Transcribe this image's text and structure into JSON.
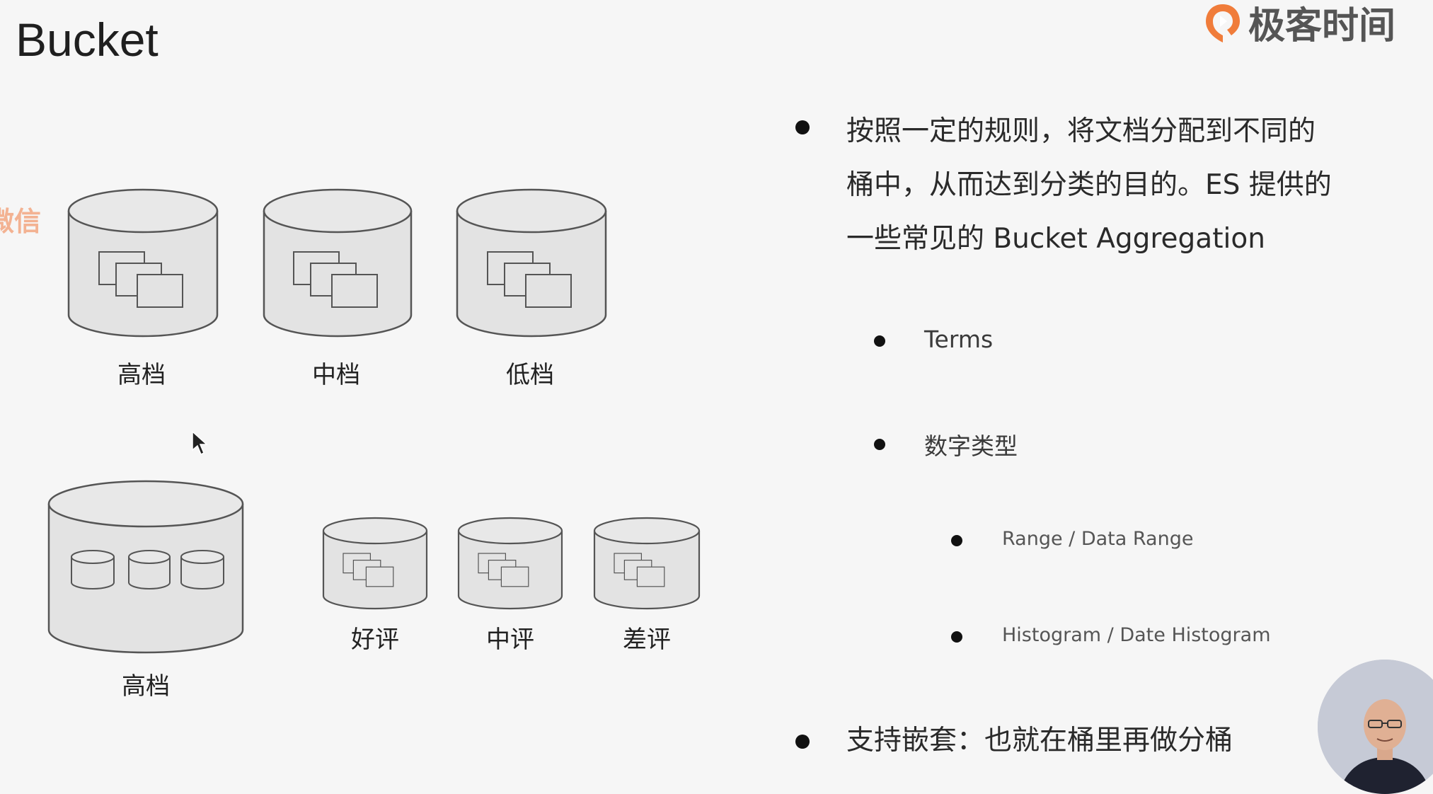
{
  "slide": {
    "title": "Bucket"
  },
  "logo": {
    "text": "极客时间",
    "icon": "geektime-logo-icon",
    "color": "#f07c3a"
  },
  "watermark": {
    "text": "微信"
  },
  "diagram": {
    "top_row": [
      {
        "label": "高档"
      },
      {
        "label": "中档"
      },
      {
        "label": "低档"
      }
    ],
    "bottom_big": {
      "label": "高档"
    },
    "bottom_small": [
      {
        "label": "好评"
      },
      {
        "label": "中评"
      },
      {
        "label": "差评"
      }
    ]
  },
  "content": {
    "para_lines": [
      "按照一定的规则，将文档分配到不同的",
      "桶中，从而达到分类的目的。ES 提供的",
      "一些常见的 Bucket Aggregation"
    ],
    "sub_items": [
      "Terms",
      "数字类型"
    ],
    "subsub_items": [
      "Range / Data Range",
      "Histogram / Date Histogram"
    ],
    "last_item": "支持嵌套：也就在桶里再做分桶"
  }
}
